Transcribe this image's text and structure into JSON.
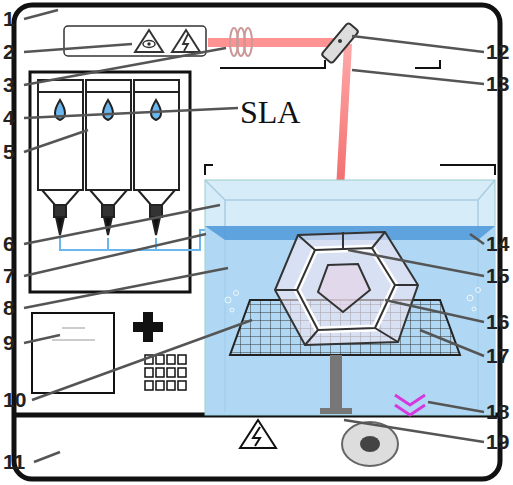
{
  "diagram": {
    "labels": [
      "1",
      "2",
      "3",
      "4",
      "5",
      "6",
      "7",
      "8",
      "9",
      "10",
      "11",
      "12",
      "13",
      "14",
      "15",
      "16",
      "17",
      "18",
      "19",
      "SLA"
    ]
  }
}
